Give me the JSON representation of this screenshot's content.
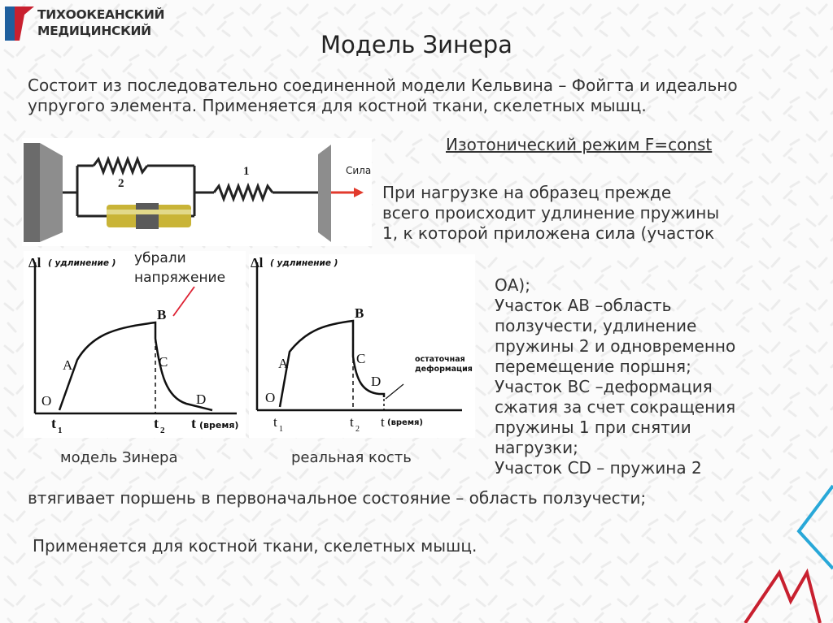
{
  "logo": {
    "line1": "ТИХООКЕАНСКИЙ",
    "line2": "МЕДИЦИНСКИЙ"
  },
  "title": "Модель Зинера",
  "intro": "Состоит из последовательно соединенной модели Кельвина – Фойгта и идеально упругого элемента. Применяется для костной ткани, скелетных мышц.",
  "mode": "Изотонический режим F=const",
  "description_lines": [
    "При нагрузке на образец прежде",
    "всего происходит удлинение пружины",
    "1, к которой приложена сила (участок",
    "ОА);",
    "Участок АВ –область",
    "ползучести, удлинение",
    "пружины 2 и одновременно",
    "перемещение поршня;",
    "Участок ВС –деформация",
    "сжатия за счет сокращения",
    "пружины 1 при снятии",
    "нагрузки;",
    "Участок CD – пружина 2",
    "втягивает поршень в первоначальное состояние – область ползучести;"
  ],
  "final_text": "Применяется для костной ткани, скелетных мышц.",
  "model_diagram": {
    "spring2": "2",
    "spring1": "1",
    "force_label": "Сила"
  },
  "graph_left": {
    "y_label": "Δl",
    "y_label_sub": "( удлинение )",
    "annotation": [
      "убрали",
      "напряжение"
    ],
    "points": [
      "O",
      "A",
      "B",
      "C",
      "D"
    ],
    "ticks": [
      "t",
      "1",
      "t",
      "2"
    ],
    "x_label": "t",
    "x_label_sub": "(время)",
    "caption": "модель Зинера"
  },
  "graph_right": {
    "y_label": "Δl",
    "y_label_sub": "( удлинение )",
    "points": [
      "O",
      "A",
      "B",
      "C",
      "D"
    ],
    "residual": [
      "остаточная",
      "деформация"
    ],
    "ticks": [
      "t",
      "1",
      "t",
      "2"
    ],
    "x_label": "t",
    "x_label_sub": "(время)",
    "caption": "реальная кость"
  },
  "colors": {
    "logo_red": "#c8202f",
    "logo_blue": "#1f5f9e",
    "accent_cyan": "#29a8d8",
    "accent_red": "#c8202f",
    "arrow": "#e23a2c",
    "piston": "#c9b437"
  }
}
